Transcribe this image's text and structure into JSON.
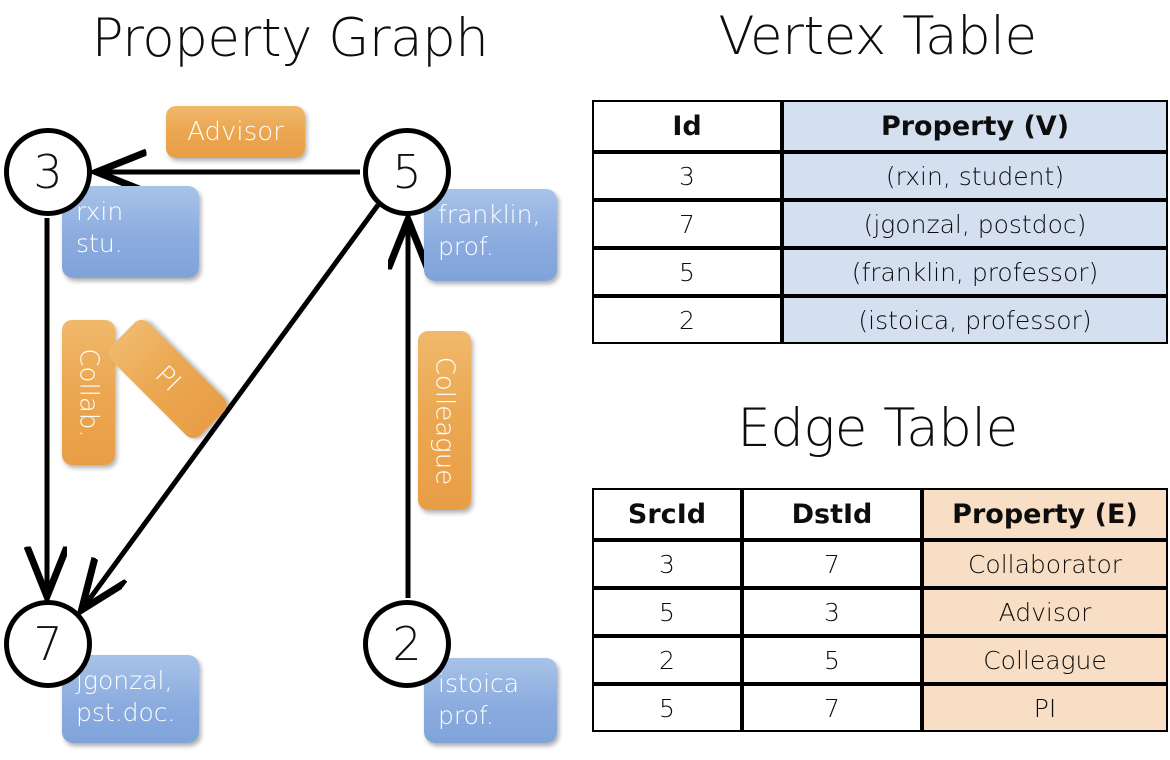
{
  "titles": {
    "property_graph": "Property Graph",
    "vertex_table": "Vertex Table",
    "edge_table": "Edge Table"
  },
  "colors": {
    "node_blue_fill": "#8cacdf",
    "edge_orange_fill": "#eba751",
    "vertex_table_property_bg": "#d4dff0",
    "edge_table_property_bg": "#f7dec5",
    "stroke": "#000000"
  },
  "graph": {
    "nodes": [
      {
        "id": "3",
        "property_lines": "rxin\nstu."
      },
      {
        "id": "5",
        "property_lines": "franklin,\nprof."
      },
      {
        "id": "7",
        "property_lines": "jgonzal,\npst.doc."
      },
      {
        "id": "2",
        "property_lines": "istoica\nprof."
      }
    ],
    "edge_labels": {
      "advisor": "Advisor",
      "collab": "Collab.",
      "pi": "PI",
      "colleague": "Colleague"
    },
    "edges": [
      {
        "from": "5",
        "to": "3",
        "label": "Advisor"
      },
      {
        "from": "3",
        "to": "7",
        "label": "Collab."
      },
      {
        "from": "5",
        "to": "7",
        "label": "PI"
      },
      {
        "from": "2",
        "to": "5",
        "label": "Colleague"
      }
    ]
  },
  "vertex_table": {
    "headers": [
      "Id",
      "Property (V)"
    ],
    "rows": [
      {
        "id": "3",
        "property": "(rxin, student)"
      },
      {
        "id": "7",
        "property": "(jgonzal, postdoc)"
      },
      {
        "id": "5",
        "property": "(franklin, professor)"
      },
      {
        "id": "2",
        "property": "(istoica, professor)"
      }
    ]
  },
  "edge_table": {
    "headers": [
      "SrcId",
      "DstId",
      "Property (E)"
    ],
    "rows": [
      {
        "src": "3",
        "dst": "7",
        "property": "Collaborator"
      },
      {
        "src": "5",
        "dst": "3",
        "property": "Advisor"
      },
      {
        "src": "2",
        "dst": "5",
        "property": "Colleague"
      },
      {
        "src": "5",
        "dst": "7",
        "property": "PI"
      }
    ]
  }
}
